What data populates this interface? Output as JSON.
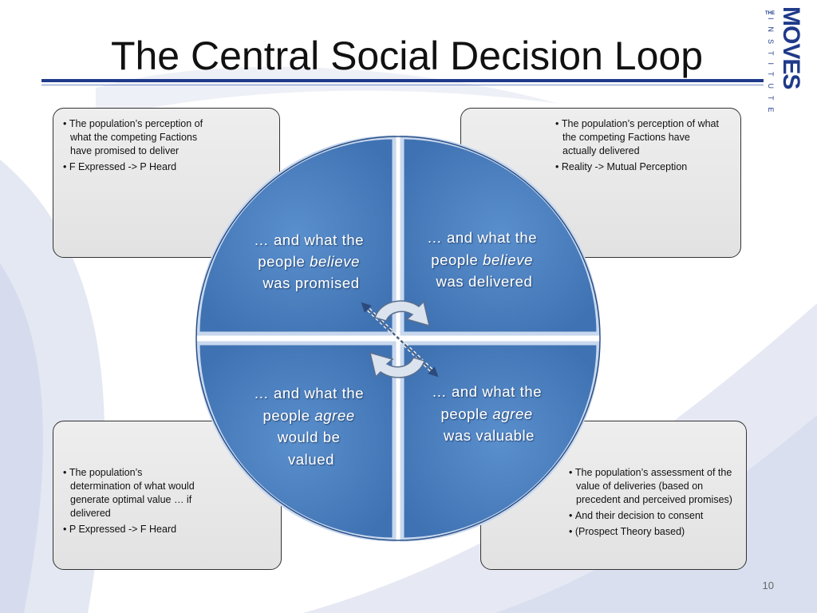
{
  "slide": {
    "title": "The Central Social Decision Loop",
    "page_number": "10"
  },
  "logo": {
    "small": "THE",
    "main": "MOVES",
    "sub": "INSTITUTE"
  },
  "boxes": {
    "top_left": {
      "bullets": [
        "The population’s perception of what the competing Factions have promised to deliver",
        "F Expressed -> P Heard"
      ]
    },
    "top_right": {
      "bullets": [
        "The population’s perception of what the competing Factions have actually delivered",
        "Reality -> Mutual Perception"
      ]
    },
    "bottom_left": {
      "bullets": [
        "The population’s determination of what would generate optimal value … if delivered",
        "P Expressed -> F Heard"
      ]
    },
    "bottom_right": {
      "bullets": [
        "The population’s assessment of the value of deliveries (based on precedent and perceived promises)",
        "And their decision to consent",
        "(Prospect Theory based)"
      ]
    }
  },
  "quadrants": {
    "top_left": {
      "line1": "… and what the",
      "line2_prefix": "people ",
      "line2_emph": "believe",
      "line3": "was promised"
    },
    "top_right": {
      "line1": "… and what the",
      "line2_prefix": "people ",
      "line2_emph": "believe",
      "line3": "was delivered"
    },
    "bottom_left": {
      "line1": "… and what the",
      "line2_prefix": "people ",
      "line2_emph": "agree",
      "line3": "would be",
      "line4": "valued"
    },
    "bottom_right": {
      "line1": "… and what the",
      "line2_prefix": "people ",
      "line2_emph": "agree",
      "line3": "was valuable"
    }
  },
  "colors": {
    "quadrant_fill": "#4a7fbf",
    "quadrant_edge": "#c8d8ee",
    "title_rule": "#1f3a8a",
    "logo": "#1f3a8a",
    "arrow_fill": "#dbe3ee"
  },
  "icons": {
    "cycle": "circular-arrows-icon",
    "axis": "dashed-double-arrow-icon"
  }
}
